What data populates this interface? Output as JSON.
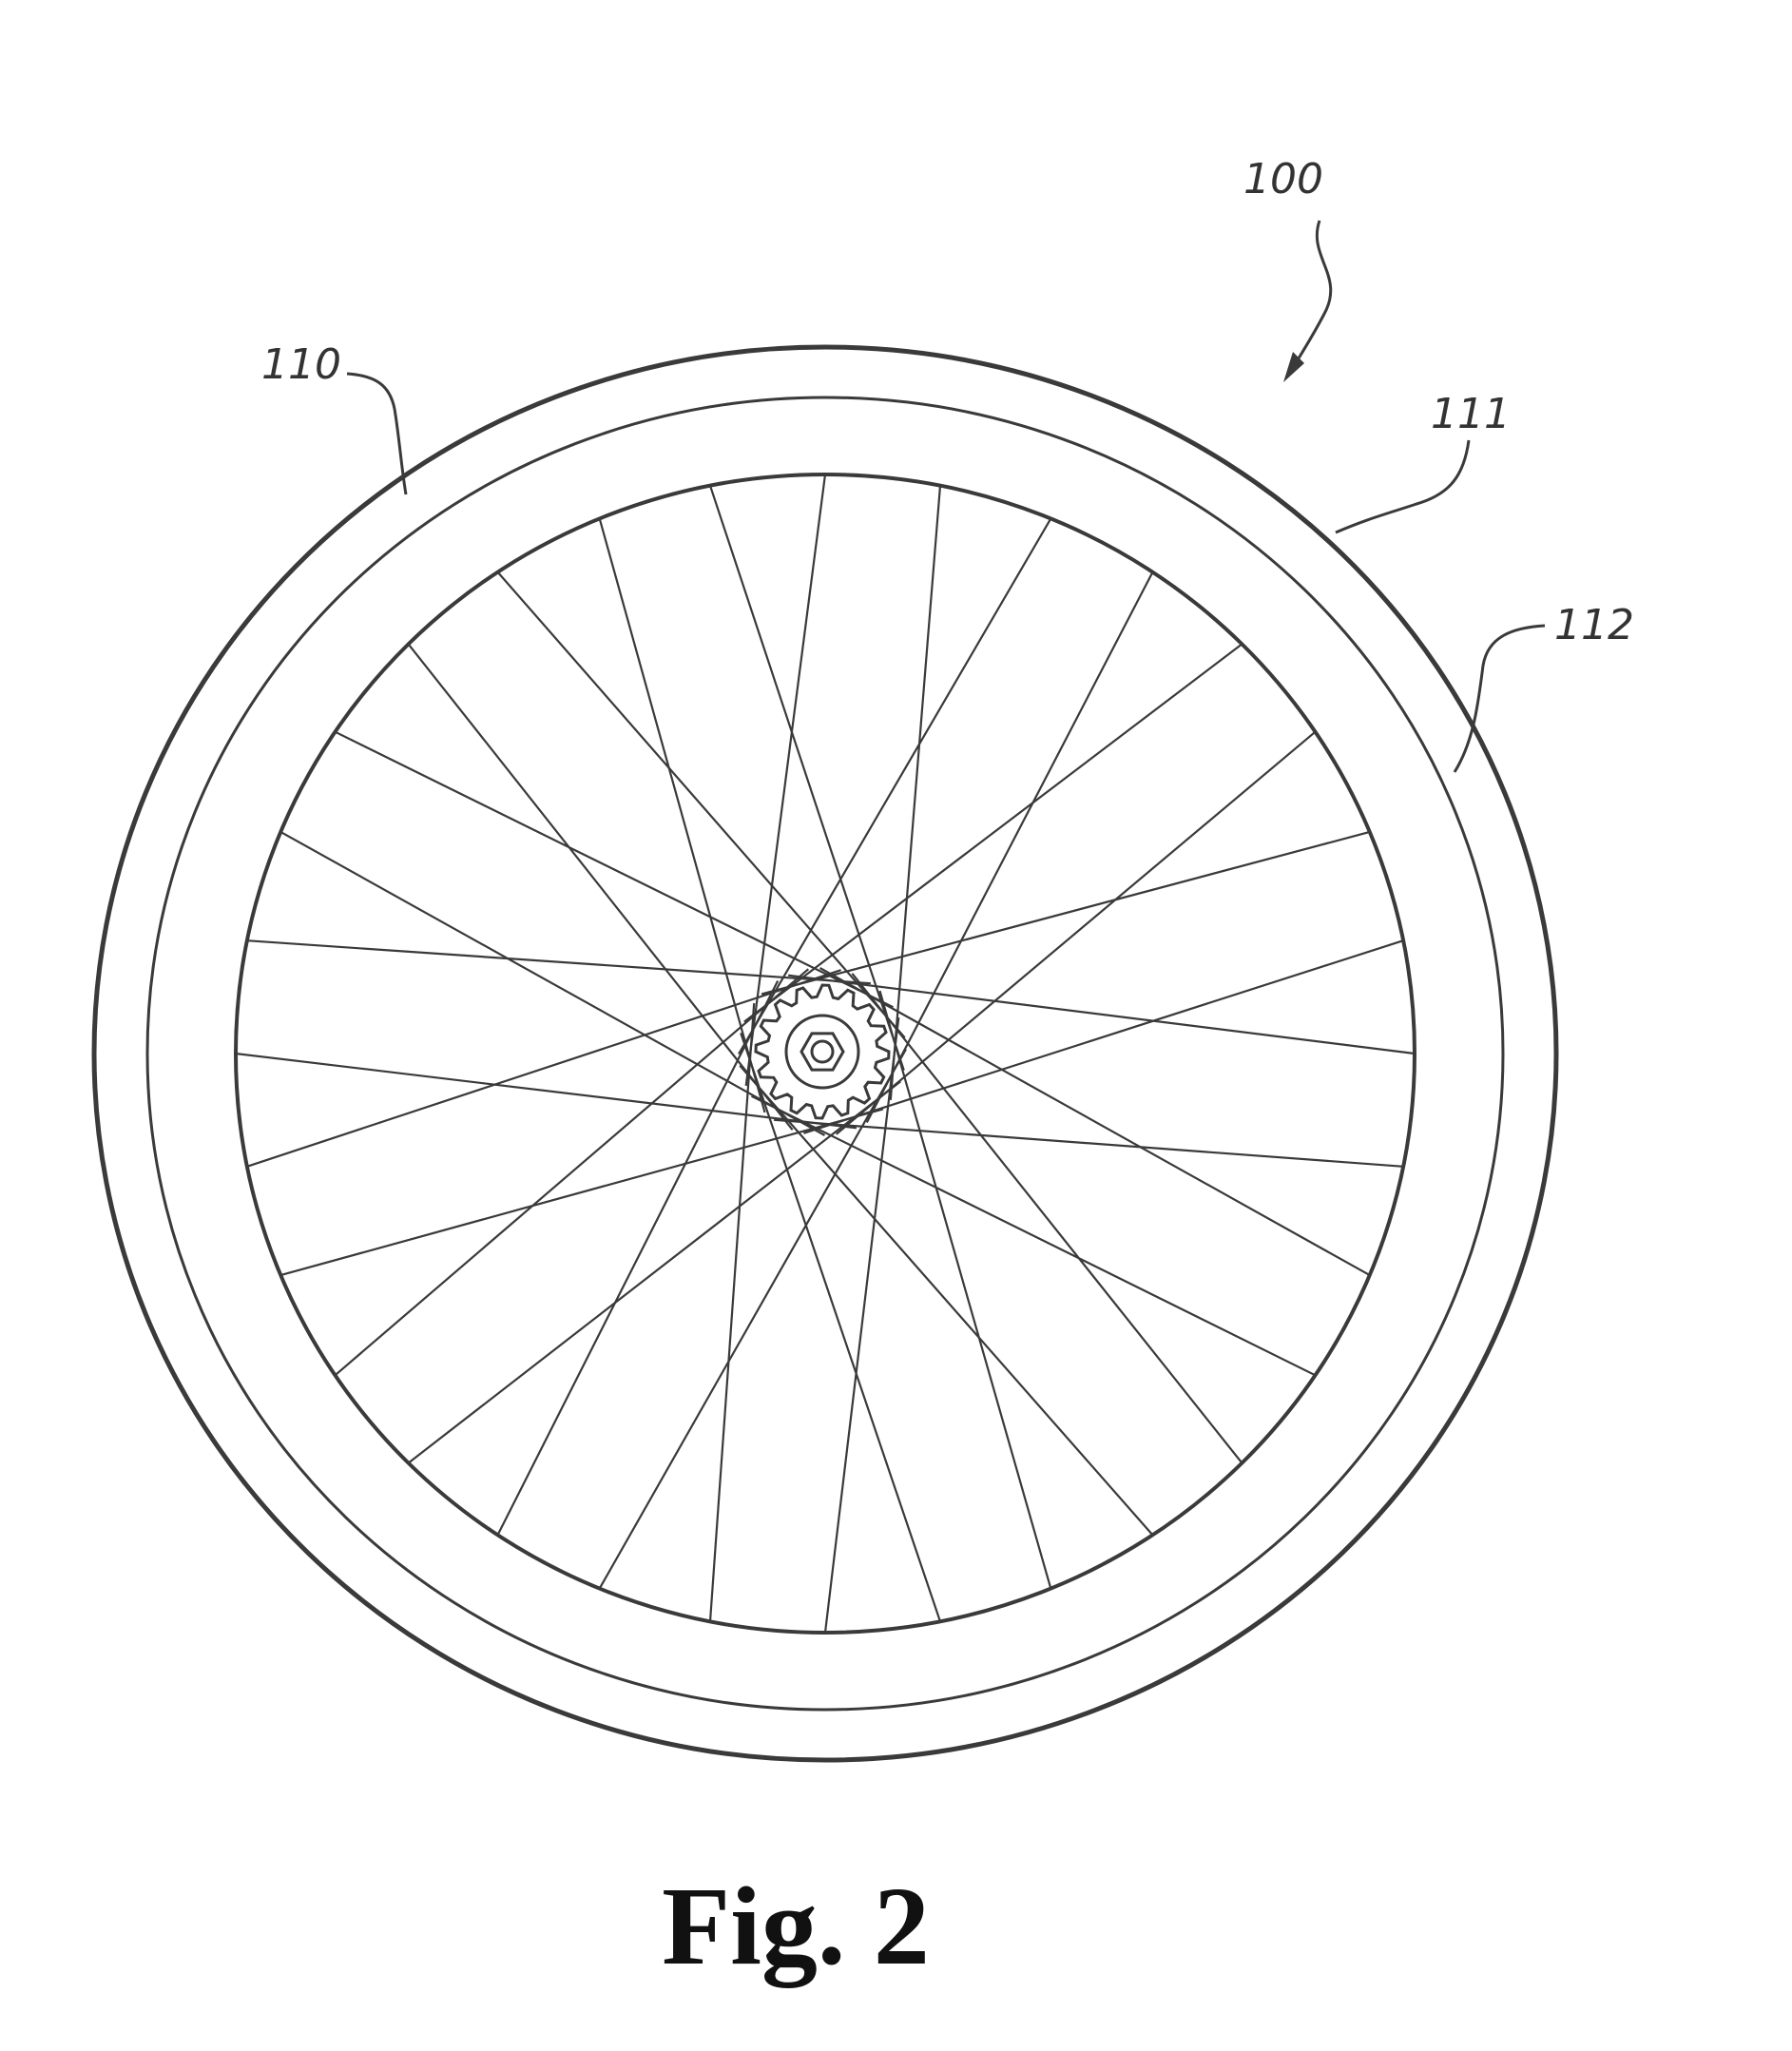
{
  "figure": {
    "caption": "Fig. 2",
    "reference_labels": {
      "wheel": "100",
      "tire": "110",
      "outer_rim_edge": "111",
      "inner_rim_edge": "112"
    }
  },
  "wheel": {
    "spoke_count": 32,
    "hub_teeth": 16
  },
  "colors": {
    "line": "#3a3a3a",
    "text": "#333333",
    "background": "#ffffff"
  }
}
